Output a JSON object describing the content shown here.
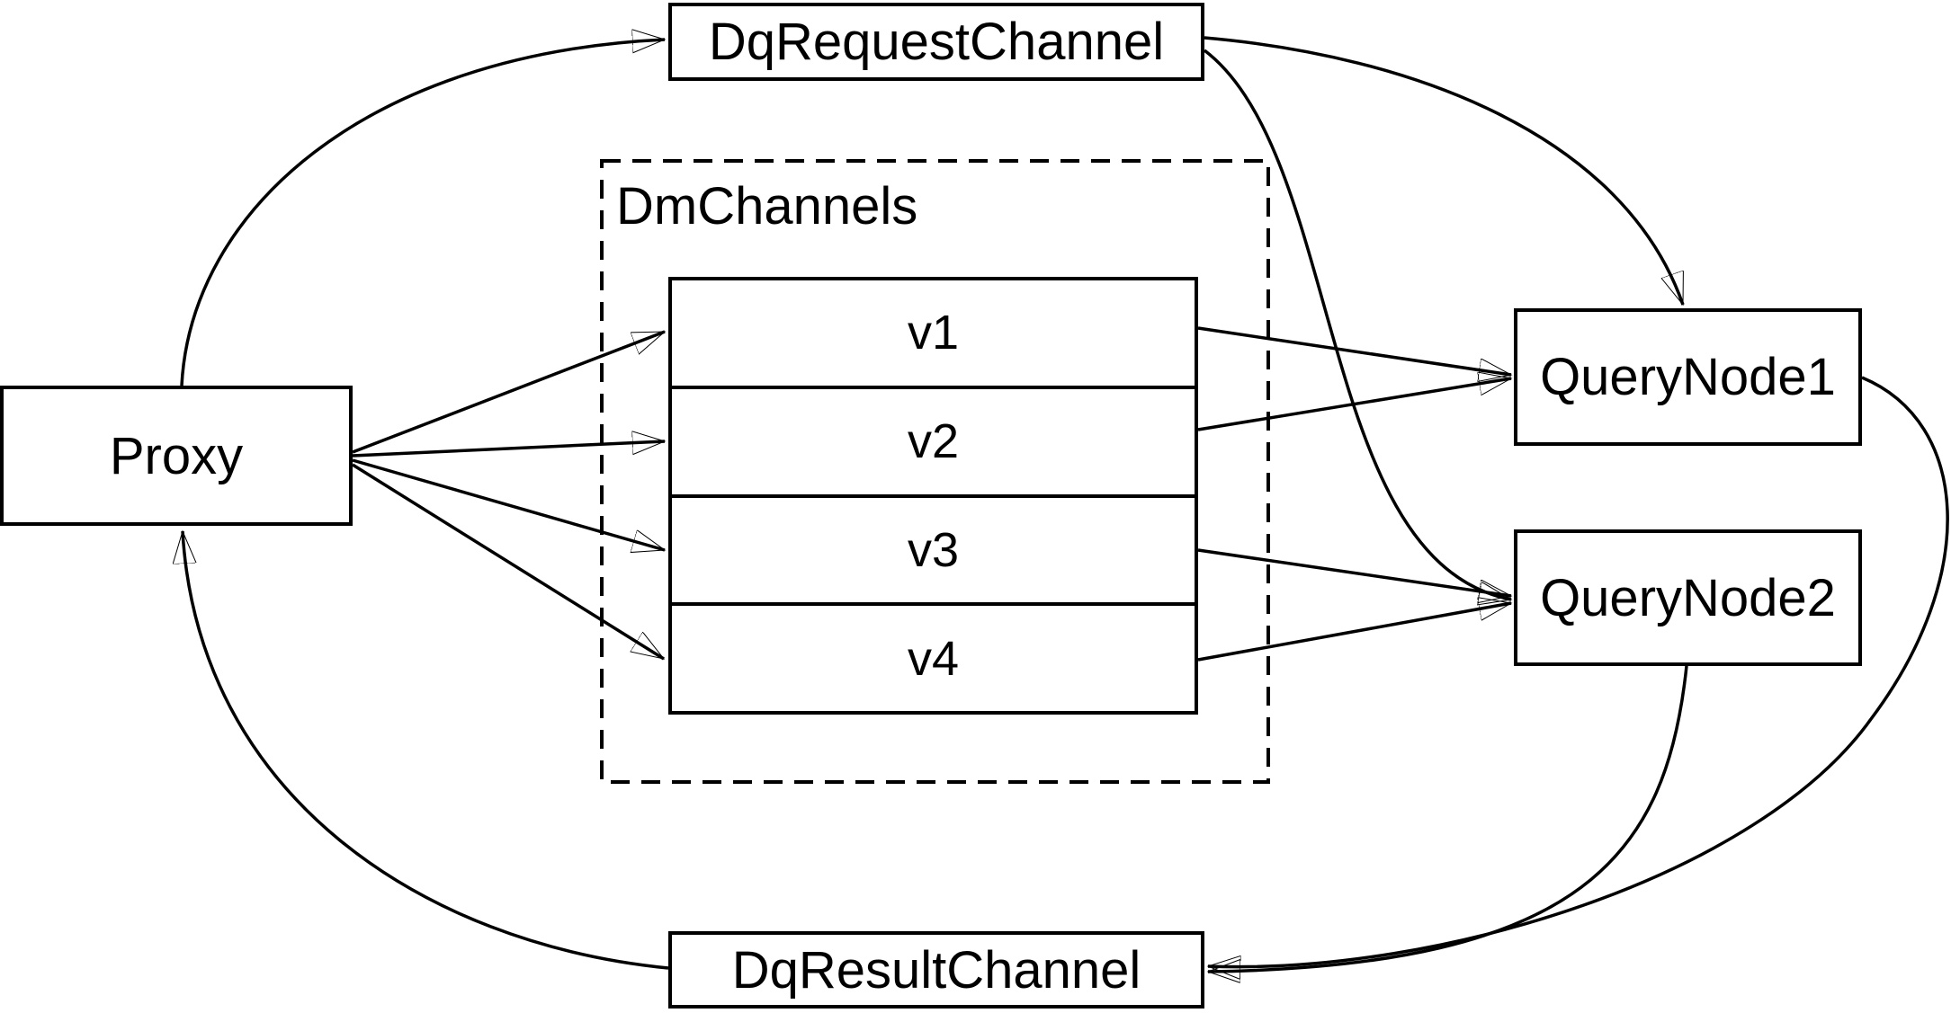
{
  "diagram": {
    "background_color": "#ffffff",
    "stroke_color": "#000000",
    "nodes": {
      "proxy": {
        "label": "Proxy"
      },
      "dq_request_channel": {
        "label": "DqRequestChannel"
      },
      "dq_result_channel": {
        "label": "DqResultChannel"
      },
      "query_node_1": {
        "label": "QueryNode1"
      },
      "query_node_2": {
        "label": "QueryNode2"
      },
      "dm_channels": {
        "label": "DmChannels"
      }
    },
    "channels": [
      {
        "label": "v1"
      },
      {
        "label": "v2"
      },
      {
        "label": "v3"
      },
      {
        "label": "v4"
      }
    ],
    "edges": [
      {
        "from": "Proxy",
        "to": "DqRequestChannel"
      },
      {
        "from": "Proxy",
        "to": "v1"
      },
      {
        "from": "Proxy",
        "to": "v2"
      },
      {
        "from": "Proxy",
        "to": "v3"
      },
      {
        "from": "Proxy",
        "to": "v4"
      },
      {
        "from": "v1",
        "to": "QueryNode1"
      },
      {
        "from": "v2",
        "to": "QueryNode1"
      },
      {
        "from": "v3",
        "to": "QueryNode2"
      },
      {
        "from": "v4",
        "to": "QueryNode2"
      },
      {
        "from": "DqRequestChannel",
        "to": "QueryNode1"
      },
      {
        "from": "DqRequestChannel",
        "to": "QueryNode2"
      },
      {
        "from": "QueryNode1",
        "to": "DqResultChannel"
      },
      {
        "from": "QueryNode2",
        "to": "DqResultChannel"
      },
      {
        "from": "DqResultChannel",
        "to": "Proxy"
      }
    ]
  }
}
